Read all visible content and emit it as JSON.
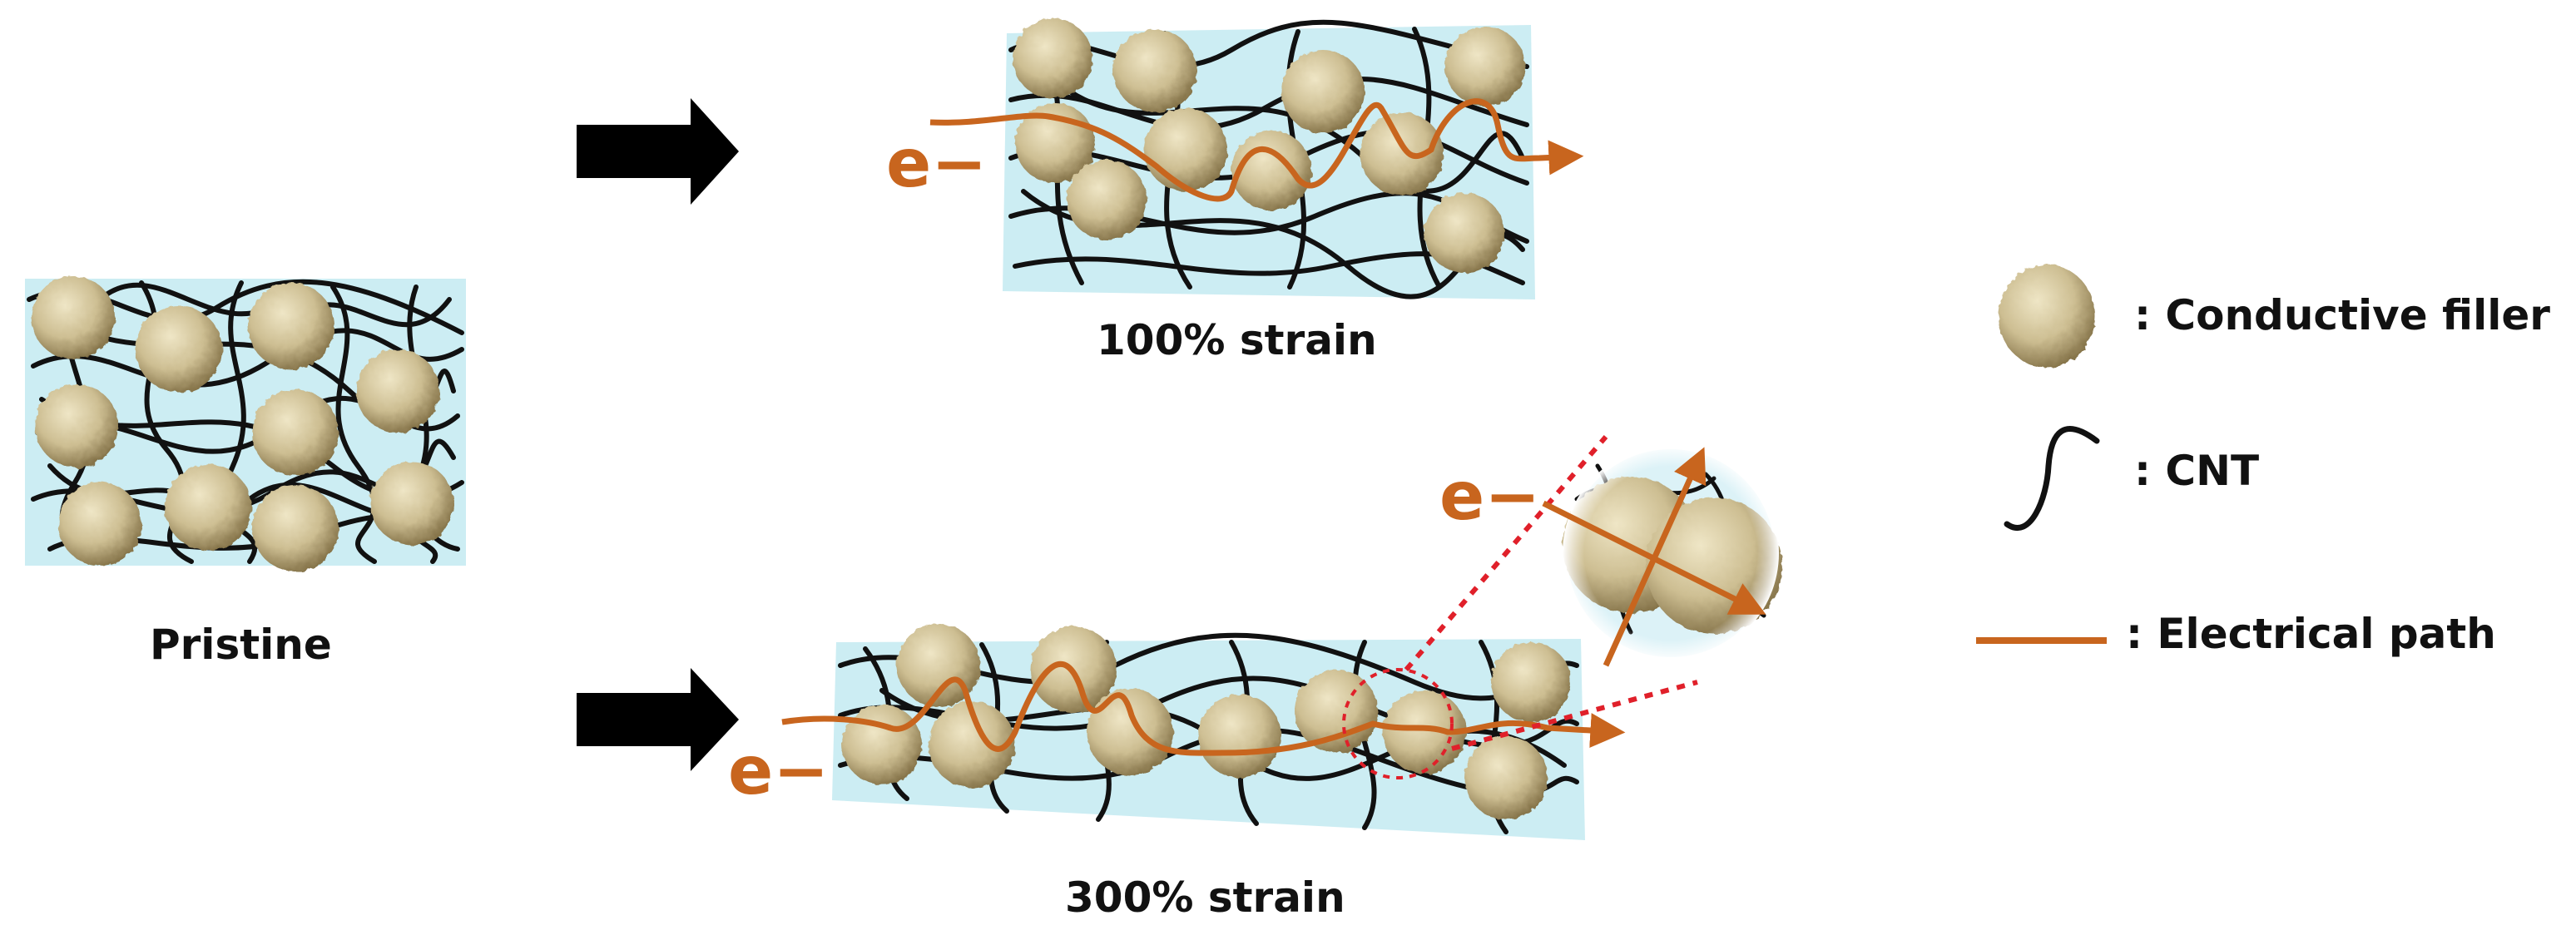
{
  "labels": {
    "pristine": "Pristine",
    "strain_100": "100% strain",
    "strain_300": "300% strain",
    "electron": "e−"
  },
  "legend": {
    "filler": ": Conductive filler",
    "cnt": ": CNT",
    "path": ": Electrical path"
  },
  "colors": {
    "path": "#C8651E",
    "matrix": "#BFE8F0",
    "filler": "#CDBE92",
    "filler_dark": "#8C7A4E",
    "cnt": "#111111",
    "arrow": "#000000",
    "zoom": "#E0202A"
  }
}
